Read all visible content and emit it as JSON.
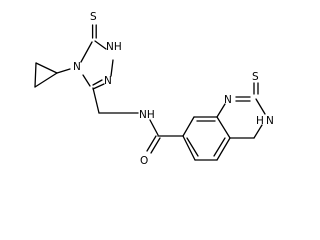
{
  "molecule": {
    "atoms": {
      "thione_s_top": "S",
      "triazole_nh": "NH",
      "triazole_n4": "N",
      "triazole_n2": "N",
      "amide_nh": "NH",
      "amide_o": "O",
      "quinazoline_n1": "N",
      "quinazoline_thione_s": "S",
      "quinazoline_n3h": "N",
      "quinazoline_h": "H"
    }
  }
}
